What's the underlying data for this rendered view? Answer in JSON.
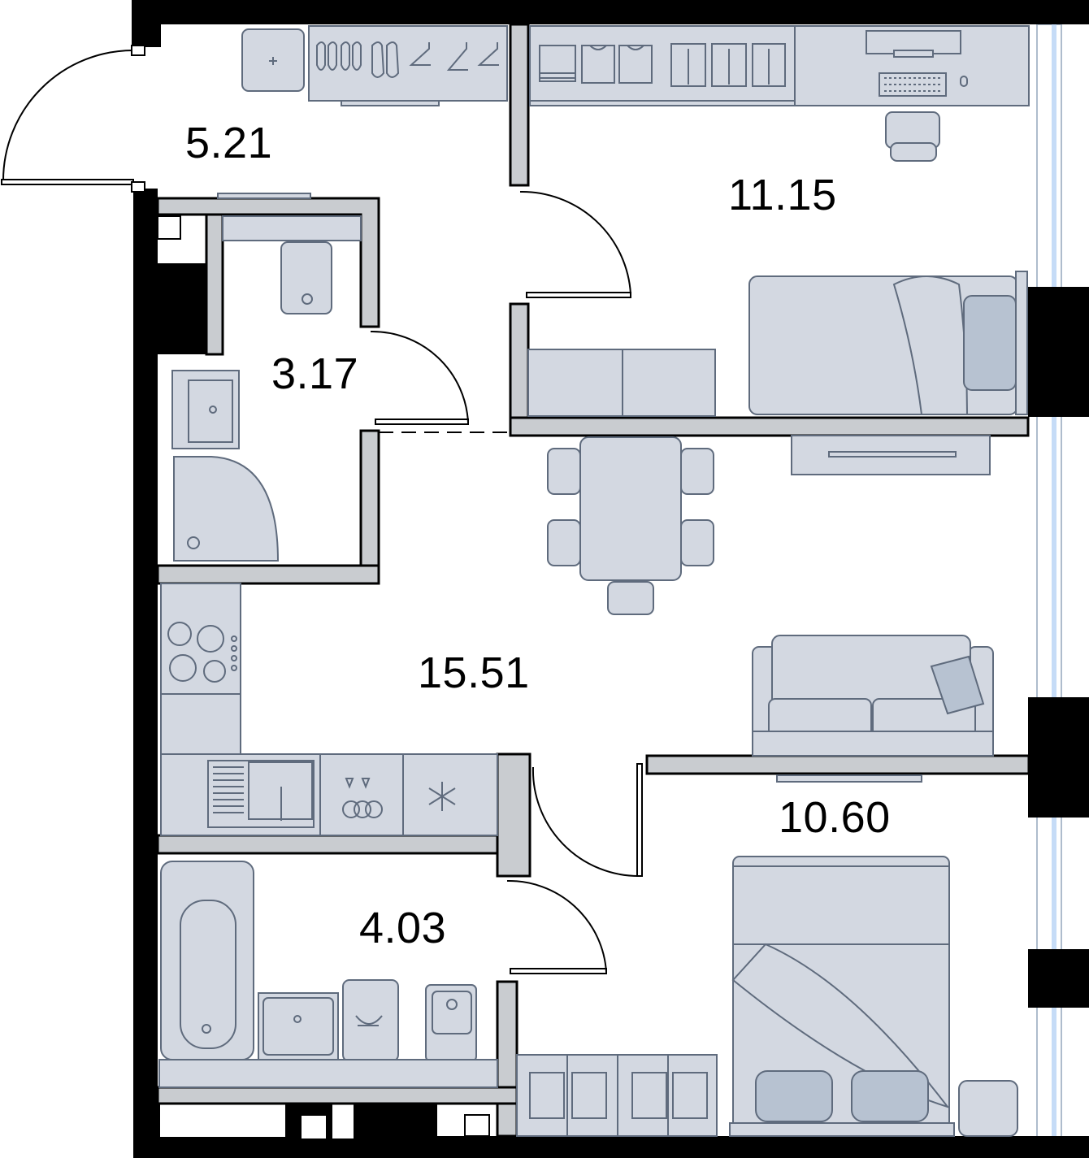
{
  "rooms": [
    {
      "id": "entrance-hall",
      "area": "5.21"
    },
    {
      "id": "bedroom-north",
      "area": "11.15"
    },
    {
      "id": "shower-room",
      "area": "3.17"
    },
    {
      "id": "kitchen-living",
      "area": "15.51"
    },
    {
      "id": "bedroom-south",
      "area": "10.60"
    },
    {
      "id": "bathroom",
      "area": "4.03"
    }
  ],
  "colors": {
    "wall": "#000000",
    "furniture_fill": "#d3d8e1",
    "furniture_stroke": "#5f6b7d",
    "window_glass": "#c6dcf7"
  }
}
